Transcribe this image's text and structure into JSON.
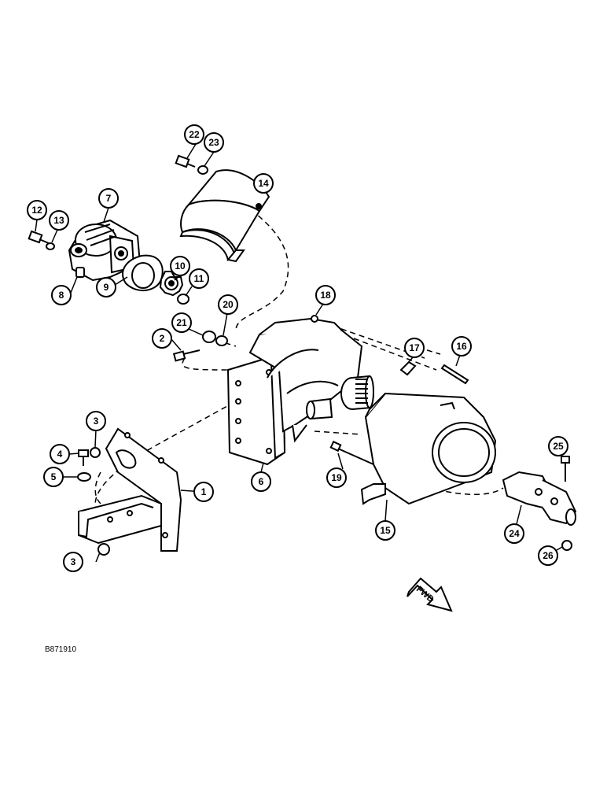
{
  "diagram": {
    "drawing_code": "B871910",
    "fwd_arrow_label": "FWD",
    "callouts": [
      "1",
      "2",
      "3",
      "3",
      "4",
      "5",
      "6",
      "7",
      "8",
      "9",
      "10",
      "11",
      "12",
      "13",
      "14",
      "15",
      "16",
      "17",
      "18",
      "19",
      "20",
      "21",
      "22",
      "23",
      "24",
      "25",
      "26"
    ]
  }
}
